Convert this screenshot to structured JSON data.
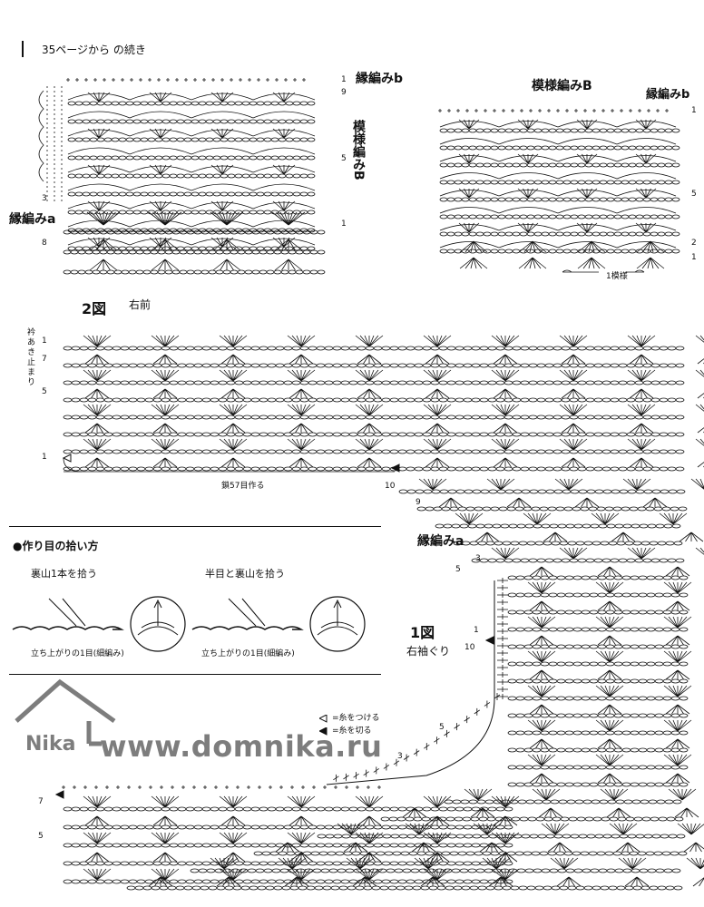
{
  "header": {
    "continued": "35ページから の続き"
  },
  "top_left_swatch": {
    "label_edge_b": "縁編みb",
    "label_pattern_b": "模様編みB",
    "label_edge_a": "縁編みa",
    "row_marks": [
      "1",
      "9",
      "5",
      "1",
      "3",
      "8"
    ]
  },
  "top_right_swatch": {
    "title": "模様編みB",
    "label_edge_b": "縁編みb",
    "repeat_label": "1模様",
    "row_marks": [
      "1",
      "5",
      "2",
      "1"
    ]
  },
  "fig2": {
    "title": "2図",
    "subtitle": "右前",
    "collar_note": "衿あき止まり",
    "row_marks": [
      "1",
      "7",
      "5",
      "1"
    ],
    "chain_label": "鎖57目作る",
    "marks_right": [
      "10",
      "9"
    ]
  },
  "pickup": {
    "title": "●作り目の拾い方",
    "method1_title": "裏山1本を拾う",
    "method1_caption": "立ち上がりの1目(細編み)",
    "method2_title": "半目と裏山を拾う",
    "method2_caption": "立ち上がりの1目(細編み)"
  },
  "fig1": {
    "edge_label": "縁編みa",
    "title": "1図",
    "subtitle": "右袖ぐり",
    "row_marks": [
      "3",
      "5",
      "1",
      "10",
      "5",
      "3",
      "7",
      "5"
    ]
  },
  "legend": {
    "attach_yarn": "=糸をつける",
    "cut_yarn": "=糸を切る"
  },
  "watermark": {
    "brand": "Nika",
    "url": "www.domnika.ru",
    "color": "#7d7d7d"
  }
}
